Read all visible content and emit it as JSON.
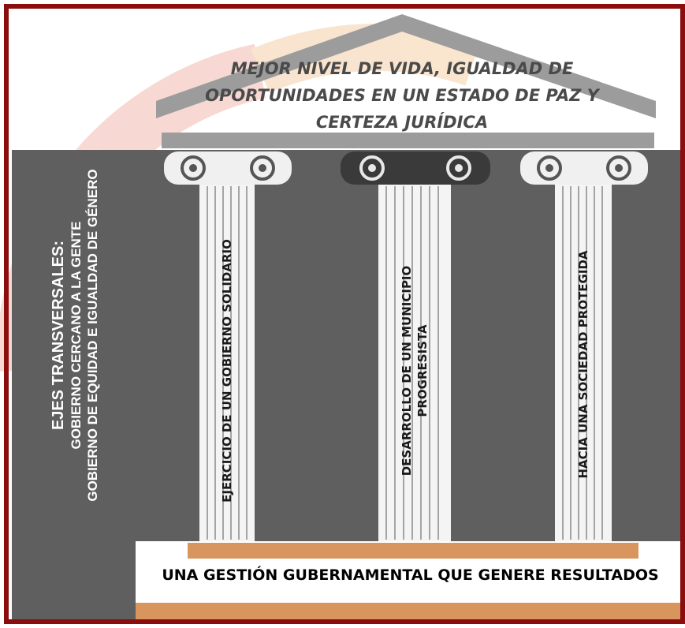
{
  "roof": {
    "line1": "MEJOR NIVEL DE VIDA, IGUALDAD DE",
    "line2": "OPORTUNIDADES  EN UN ESTADO DE PAZ Y",
    "line3": "CERTEZA JURÍDICA"
  },
  "side": {
    "line1": "EJES TRANSVERSALES:",
    "line2": "GOBIERNO CERCANO A LA GENTE",
    "line3": "GOBIERNO DE EQUIDAD E IGUALDAD DE GÉNERO"
  },
  "pillars": [
    {
      "line1": "EJERCICIO DE UN GOBIERNO SOLIDARIO",
      "line2": ""
    },
    {
      "line1": "DESARROLLO DE UN MUNICIPIO",
      "line2": "PROGRESISTA"
    },
    {
      "line1": "HACIA UNA SOCIEDAD PROTEGIDA",
      "line2": ""
    }
  ],
  "base": {
    "label": "UNA GESTIÓN GUBERNAMENTAL QUE GENERE RESULTADOS"
  },
  "colors": {
    "frame": "#8b0d0d",
    "panel": "#5f5f5f",
    "roof": "#a3a3a3",
    "base_band": "#d9955e",
    "watermark": "#f7d4cf"
  }
}
